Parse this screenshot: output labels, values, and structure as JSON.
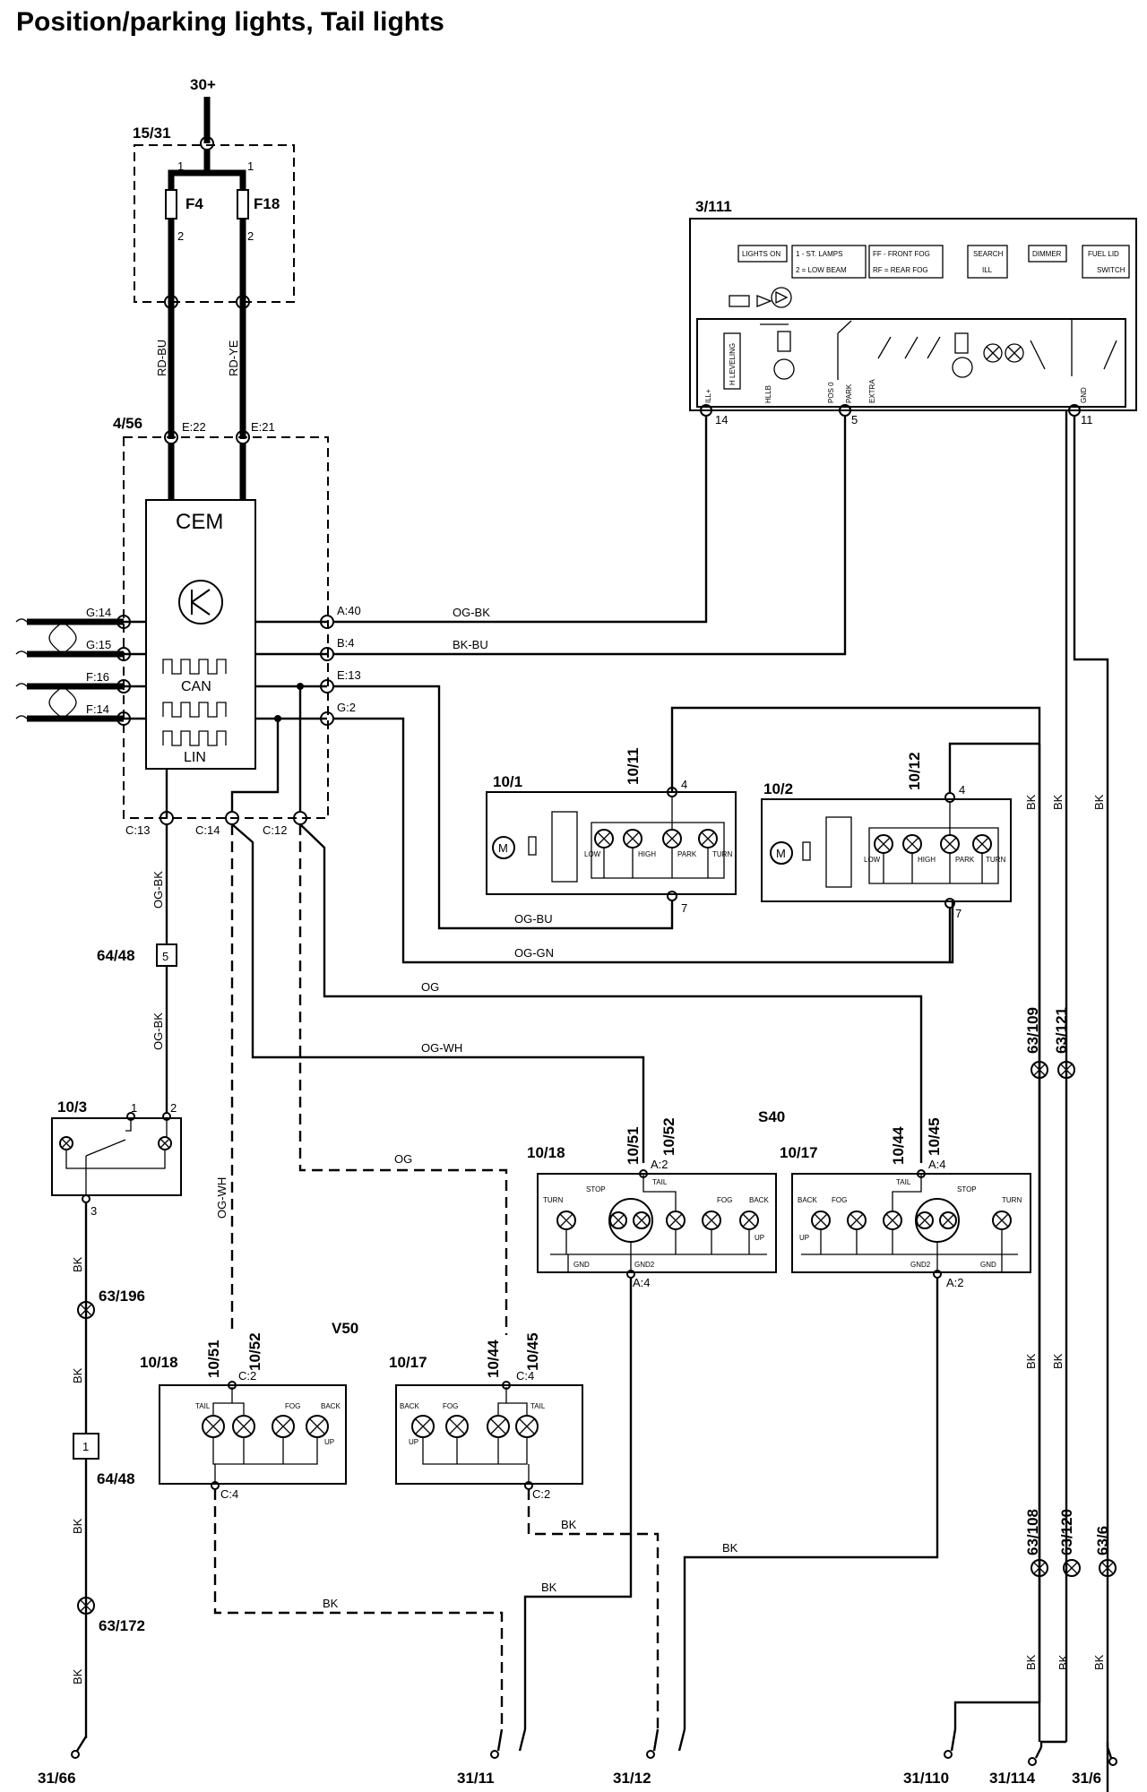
{
  "title": "Position/parking lights, Tail lights",
  "power": {
    "supply": "30+",
    "fuse_box": "15/31",
    "fuse1": "F4",
    "fuse2": "F18",
    "pin_in": "1",
    "pin_out": "2"
  },
  "wires": {
    "rd_bu": "RD-BU",
    "rd_ye": "RD-YE",
    "og_bk": "OG-BK",
    "bk_bu": "BK-BU",
    "og_bu": "OG-BU",
    "og_gn": "OG-GN",
    "og": "OG",
    "og_wh": "OG-WH",
    "bk": "BK"
  },
  "cem": {
    "id": "4/56",
    "label": "CEM",
    "can": "CAN",
    "lin": "LIN",
    "pins": {
      "e22": "E:22",
      "e21": "E:21",
      "a40": "A:40",
      "b4": "B:4",
      "e13": "E:13",
      "g2": "G:2",
      "g14": "G:14",
      "g15": "G:15",
      "f16": "F:16",
      "f14": "F:14",
      "c13": "C:13",
      "c14": "C:14",
      "c12": "C:12"
    }
  },
  "switch_module": {
    "id": "3/111",
    "boxes": [
      "LIGHTS ON",
      "1 - ST. LAMPS",
      "2 = LOW BEAM",
      "FF - FRONT FOG",
      "RF = REAR FOG",
      "SEARCH",
      "ILL",
      "DIMMER",
      "FUEL LID",
      "SWITCH"
    ],
    "pins": [
      "14",
      "5",
      "11"
    ],
    "small": [
      "H LEVELING",
      "ILL+",
      "HLLB",
      "POS 0",
      "PARK",
      "EXTRA",
      "GND"
    ]
  },
  "headlamp_left": {
    "id": "10/1",
    "conn": "10/11",
    "pin_top": "4",
    "pin_bot": "7",
    "bulbs": [
      "LOW",
      "HIGH",
      "PARK",
      "TURN"
    ]
  },
  "headlamp_right": {
    "id": "10/2",
    "conn": "10/12",
    "pin_top": "4",
    "pin_bot": "7",
    "bulbs": [
      "LOW",
      "HIGH",
      "PARK",
      "TURN"
    ]
  },
  "brake_switch": {
    "id": "10/3",
    "pin1": "1",
    "pin2": "2",
    "pin3": "3"
  },
  "connector": {
    "id": "64/48",
    "pin5": "5",
    "pin1": "1"
  },
  "splices": {
    "s196": "63/196",
    "s172": "63/172",
    "s109": "63/109",
    "s121": "63/121",
    "s108": "63/108",
    "s120": "63/120",
    "s6": "63/6"
  },
  "s40": {
    "label": "S40",
    "left": {
      "id": "10/18",
      "conn1": "10/51",
      "conn2": "10/52",
      "pin_top": "A:2",
      "pin_bot": "A:4",
      "labels": [
        "TURN",
        "STOP",
        "TAIL",
        "FOG",
        "BACK",
        "UP",
        "GND",
        "GND2"
      ]
    },
    "right": {
      "id": "10/17",
      "conn1": "10/44",
      "conn2": "10/45",
      "pin_top": "A:4",
      "pin_bot": "A:2",
      "labels": [
        "BACK",
        "UP",
        "FOG",
        "TAIL",
        "STOP",
        "TURN",
        "GND2",
        "GND"
      ]
    }
  },
  "v50": {
    "label": "V50",
    "left": {
      "id": "10/18",
      "conn1": "10/51",
      "conn2": "10/52",
      "pin_top": "C:2",
      "pin_bot": "C:4",
      "labels": [
        "TAIL",
        "FOG",
        "BACK",
        "UP"
      ]
    },
    "right": {
      "id": "10/17",
      "conn1": "10/44",
      "conn2": "10/45",
      "pin_top": "C:4",
      "pin_bot": "C:2",
      "labels": [
        "BACK",
        "UP",
        "FOG",
        "TAIL"
      ]
    }
  },
  "grounds": [
    "31/66",
    "31/11",
    "31/12",
    "31/110",
    "31/114",
    "31/6"
  ]
}
